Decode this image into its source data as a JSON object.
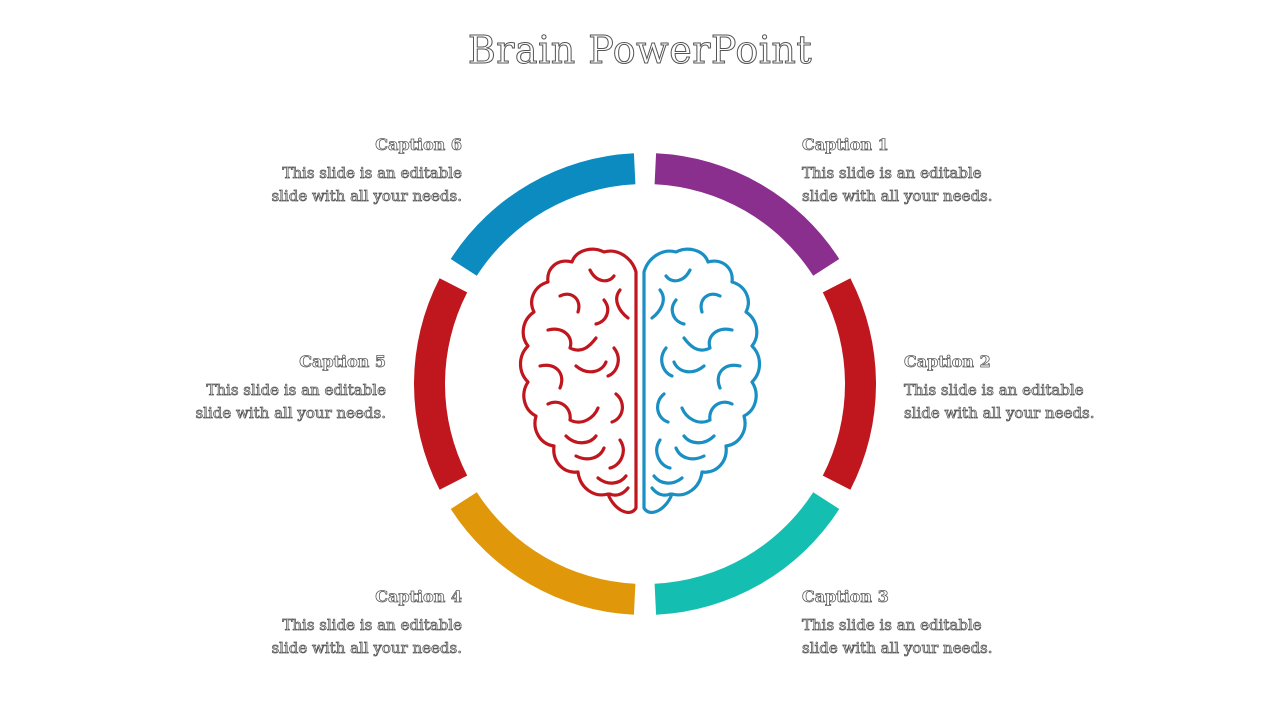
{
  "title": "Brain PowerPoint",
  "captions": [
    {
      "title": "Caption 1",
      "text": "This slide is an editable slide with all your needs.",
      "color": "#8b2f8e"
    },
    {
      "title": "Caption 2",
      "text": "This slide is an editable slide with all your needs.",
      "color": "#c0161d"
    },
    {
      "title": "Caption 3",
      "text": "This slide is an editable slide with all your needs.",
      "color": "#14bfb1"
    },
    {
      "title": "Caption 4",
      "text": "This slide is an editable slide with all your needs.",
      "color": "#e0980a"
    },
    {
      "title": "Caption 5",
      "text": "This slide is an editable slide with all your needs.",
      "color": "#c0161d"
    },
    {
      "title": "Caption 6",
      "text": "This slide is an editable slide with all your needs.",
      "color": "#0b8bbf"
    }
  ],
  "brain": {
    "left_color": "#c0161d",
    "right_color": "#1a8fc4",
    "icon": "brain-icon"
  }
}
